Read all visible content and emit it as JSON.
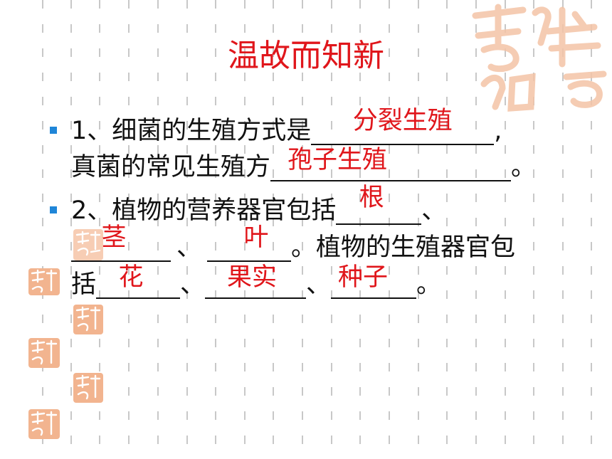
{
  "slide": {
    "title": "温故而知新",
    "colors": {
      "title": "#e0161b",
      "answer": "#e0161b",
      "bullet": "#1f86d8",
      "text": "#111111",
      "seal": "#f2b48f"
    },
    "items": [
      {
        "prefix": "1、细菌的生殖方式是",
        "answer_1": "分裂生殖",
        "comma": ",",
        "line2_prefix": "真菌的常见生殖方",
        "answer_2": "孢子生殖",
        "end": "。"
      },
      {
        "prefix": "2、植物的营养器官包括",
        "answer_1": "根",
        "sep_1": "、",
        "answer_2": "茎",
        "sep_2": "、",
        "answer_3": "叶",
        "middle": "。植物的生殖器官包",
        "line3_prefix": "括",
        "answer_4": "花",
        "sep_3": "、",
        "answer_5": "果实",
        "sep_4": "、",
        "answer_6": "种子",
        "end": "。"
      }
    ],
    "decorations": [
      "seal-icon"
    ]
  }
}
